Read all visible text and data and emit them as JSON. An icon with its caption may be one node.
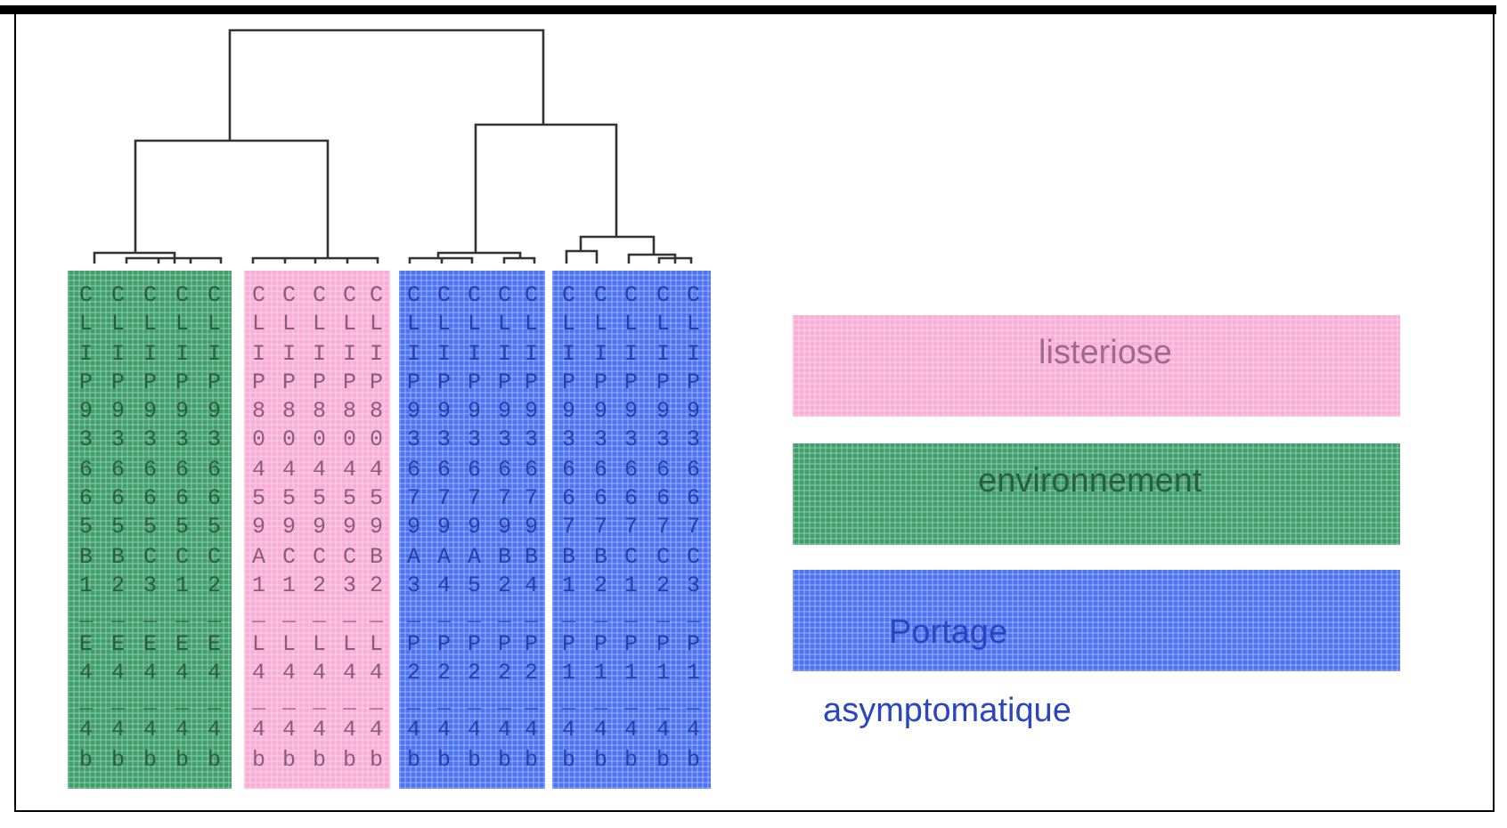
{
  "diagram": {
    "nodes": [
      {
        "text": [
          "CLIP93665B1_E4_4b",
          "CLIP93665B2_E4_4b",
          "CLIP93665C3_E4_4b",
          "CLIP93665C1_E4_4b",
          "CLIP93665C2_E4_4b"
        ]
      },
      {
        "text": [
          "CLIP80459A1_L4_4b",
          "CLIP80459C1_L4_4b",
          "CLIP80459C2_L4_4b",
          "CLIP80459C3_L4_4b",
          "CLIP80459B2_L4_4b"
        ]
      },
      {
        "text": [
          "CLIP93679A3_P2_4b",
          "CLIP93679A4_P2_4b",
          "CLIP93679A5_P2_4b",
          "CLIP93679B2_P2_4b",
          "CLIP93679B4_P2_4b"
        ]
      },
      {
        "text": [
          "CLIP93667B1_P1_4b",
          "CLIP93667B2_P1_4b",
          "CLIP93667C1_P1_4b",
          "CLIP93667C2_P1_4b",
          "CLIP93667C3_P1_4b"
        ]
      }
    ],
    "legend": [
      {
        "text": "listeriose",
        "color": "#f9aed6"
      },
      {
        "text": "environnement",
        "color": "#3f9f6c"
      },
      {
        "text": "Portage asymptomatique",
        "color": "#4f74f0"
      }
    ]
  }
}
